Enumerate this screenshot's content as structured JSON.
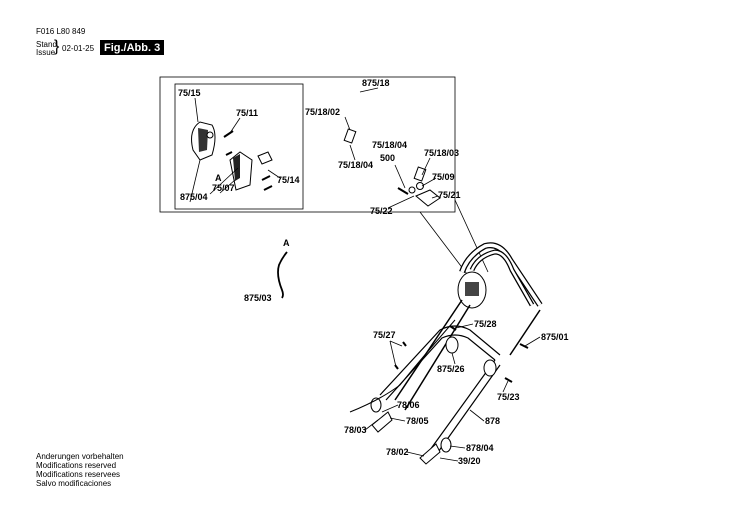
{
  "header": {
    "doc_number": "F016 L80 849",
    "stand_label": "Stand",
    "issue_label": "Issue",
    "date": "02-01-25",
    "figure_label": "Fig./Abb. 3"
  },
  "footer": {
    "lines": [
      "Anderungen vorbehalten",
      "Modifications reserved",
      "Modifications reservees",
      "Salvo modificaciones"
    ]
  },
  "parts": {
    "p75_15": "75/15",
    "p75_11": "75/11",
    "pA_inset": "A",
    "p75_07": "75/07",
    "p75_14": "75/14",
    "p875_04": "875/04",
    "p875_18": "875/18",
    "p75_18_02": "75/18/02",
    "p75_18_04a": "75/18/04",
    "p75_18_04b": "75/18/04",
    "p500": "500",
    "p75_18_03": "75/18/03",
    "p75_09": "75/09",
    "p75_21": "75/21",
    "p75_22": "75/22",
    "pA_cable": "A",
    "p875_03": "875/03",
    "p75_27": "75/27",
    "p75_28": "75/28",
    "p875_01": "875/01",
    "p875_26": "875/26",
    "p75_23": "75/23",
    "p878": "878",
    "p78_06": "78/06",
    "p78_03": "78/03",
    "p78_05": "78/05",
    "p78_02": "78/02",
    "p878_04": "878/04",
    "p39_20": "39/20"
  }
}
